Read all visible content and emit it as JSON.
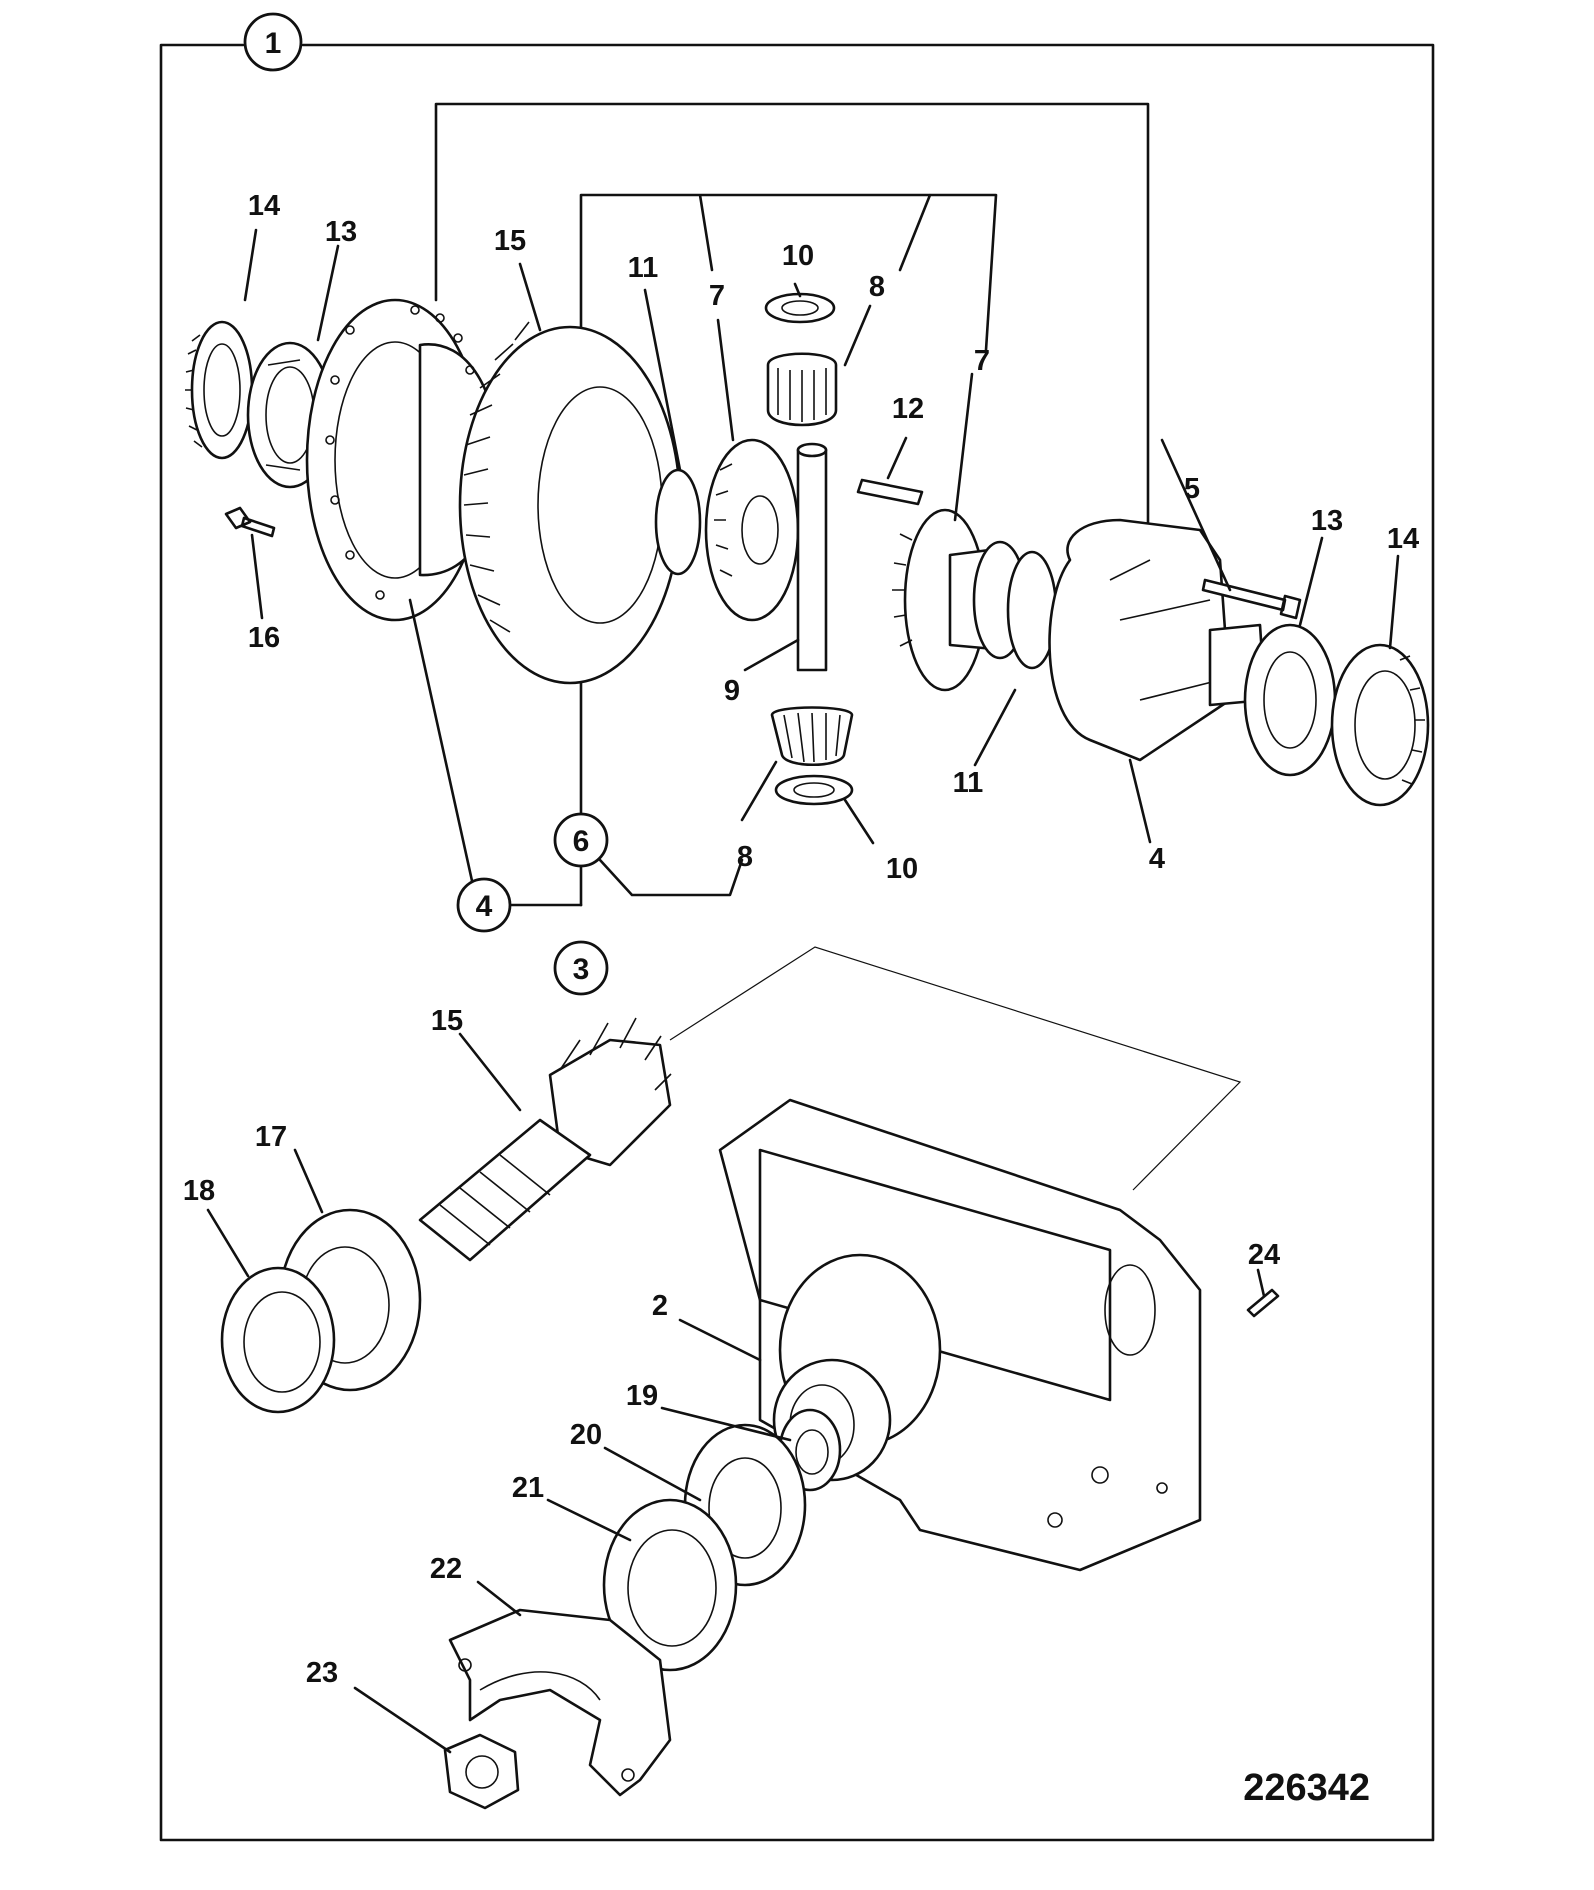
{
  "title": "",
  "reference_number": "226342",
  "callouts_circled": [
    "1",
    "6",
    "4",
    "3"
  ],
  "callouts": [
    "14",
    "13",
    "15",
    "11",
    "7",
    "10",
    "8",
    "7",
    "12",
    "5",
    "13",
    "14",
    "16",
    "9",
    "11",
    "8",
    "10",
    "4",
    "15",
    "17",
    "18",
    "24",
    "2",
    "19",
    "20",
    "21",
    "22",
    "23"
  ]
}
